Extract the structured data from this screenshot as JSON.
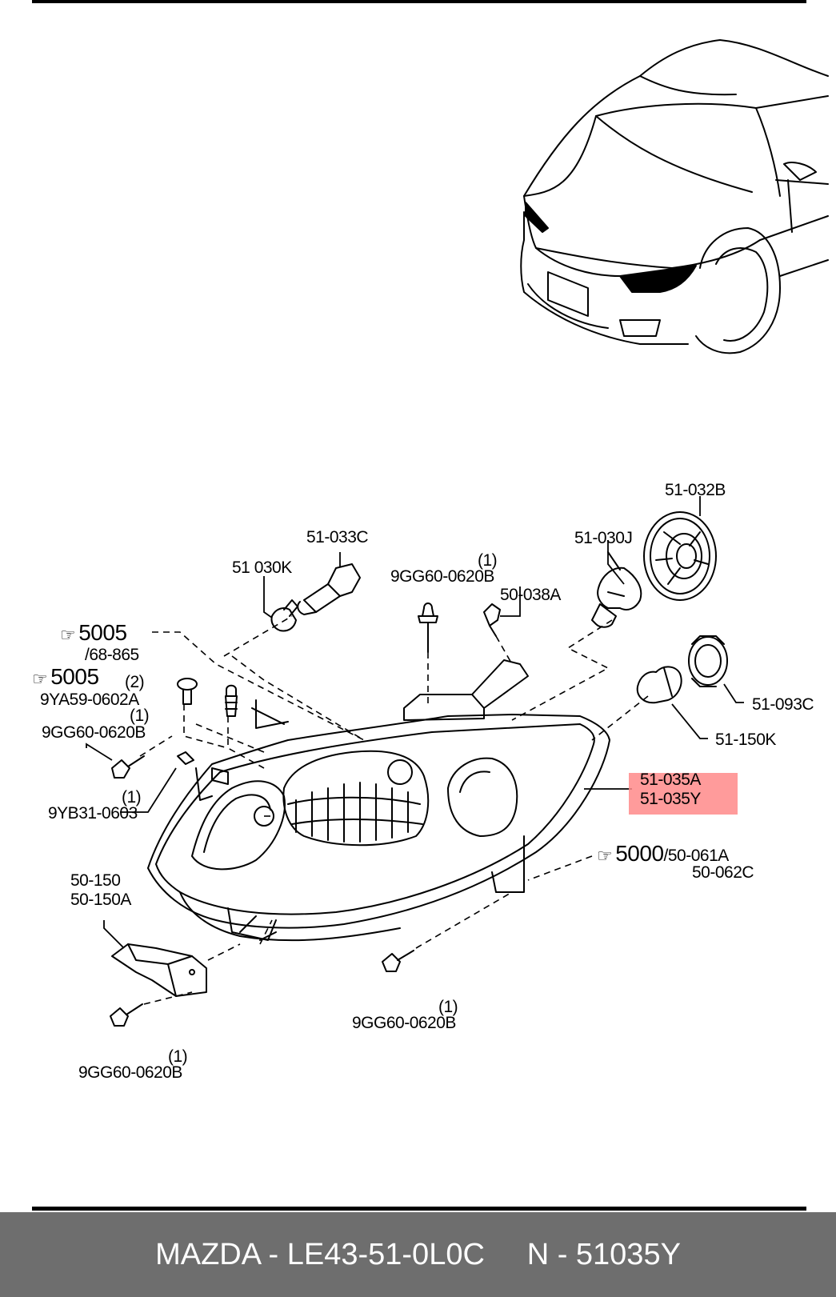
{
  "labels": {
    "p51032B": "51-032B",
    "p51030J": "51-030J",
    "p51033C": "51-033C",
    "p51030K": "51 030K",
    "qty1a": "(1)",
    "p9GG60a": "9GG60-0620B",
    "p50038A": "50-038A",
    "ref5005a_num": "5005",
    "ref5005a_sub": "/68-865",
    "ref5005b_num": "5005",
    "qty2": "(2)",
    "p9YA59": "9YA59-0602A",
    "qty1b": "(1)",
    "p9GG60b": "9GG60-0620B",
    "qty1c": "(1)",
    "p9YB31": "9YB31-0603",
    "p51093C": "51-093C",
    "p51150K": "51-150K",
    "p51035A": "51-035A",
    "p51035Y": "51-035Y",
    "ref5000_num": "5000",
    "ref5000_sub": "/50-061A",
    "p50062C": "50-062C",
    "p50150": "50-150",
    "p50150A": "50-150A",
    "qty1d": "(1)",
    "p9GG60c": "9GG60-0620B",
    "qty1e": "(1)",
    "p9GG60d": "9GG60-0620B"
  },
  "icons": {
    "reference": "pointing-hand-icon"
  },
  "highlight_color": "#ff8a8a",
  "footer": {
    "brand": "MAZDA",
    "part_number": "LE43-51-0L0C",
    "diagram_ref": "N - 51035Y",
    "text": "MAZDA - LE43-51-0L0C     N - 51035Y"
  }
}
